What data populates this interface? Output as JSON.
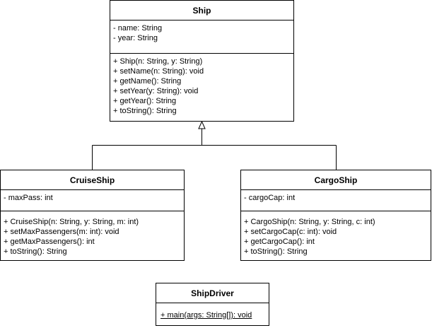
{
  "classes": {
    "ship": {
      "name": "Ship",
      "attributes": [
        "- name: String",
        "- year: String"
      ],
      "methods": [
        "+ Ship(n: String, y: String)",
        "+ setName(n: String): void",
        "+ getName(): String",
        "+ setYear(y: String): void",
        "+ getYear(): String",
        "+ toString(): String"
      ]
    },
    "cruise_ship": {
      "name": "CruiseShip",
      "attributes": [
        "- maxPass: int"
      ],
      "methods": [
        "+ CruiseShip(n: String, y: String, m: int)",
        "+ setMaxPassengers(m: int): void",
        "+ getMaxPassengers(): int",
        "+ toString(): String"
      ]
    },
    "cargo_ship": {
      "name": "CargoShip",
      "attributes": [
        "- cargoCap: int"
      ],
      "methods": [
        "+ CargoShip(n: String, y: String, c: int)",
        "+ setCargoCap(c: int): void",
        "+ getCargoCap(): int",
        "+ toString(): String"
      ]
    },
    "ship_driver": {
      "name": "ShipDriver",
      "methods": [
        "+ main(args: String[]): void"
      ]
    }
  },
  "relationships": [
    {
      "type": "inheritance",
      "from": "CruiseShip",
      "to": "Ship"
    },
    {
      "type": "inheritance",
      "from": "CargoShip",
      "to": "Ship"
    }
  ]
}
